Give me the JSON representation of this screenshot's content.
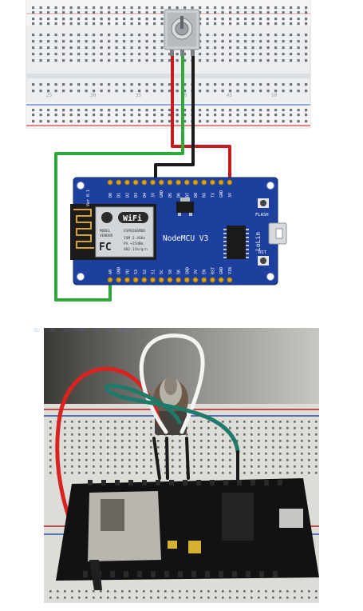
{
  "breadboard": {
    "column_numbers": [
      "25",
      "30",
      "35",
      "40",
      "45",
      "50"
    ]
  },
  "board": {
    "name": "NodeMCU V3",
    "brand": "LoLin",
    "version": "Ver 0.1",
    "flash_label": "FLASH",
    "rst_label": "RST",
    "top_pins": [
      "D0",
      "D1",
      "D2",
      "D3",
      "D4",
      "3V",
      "GND",
      "D5",
      "D6",
      "D7",
      "D8",
      "RX",
      "TX",
      "GND",
      "3V"
    ],
    "bottom_pins": [
      "A0",
      "GND",
      "VU",
      "S3",
      "S2",
      "S1",
      "SC",
      "S0",
      "SK",
      "GND",
      "3V",
      "EN",
      "RST",
      "GND",
      "VIN"
    ],
    "module": {
      "wifi_logo": "WiFi",
      "model_line": "MODEL",
      "vendor_line": "VENDOR",
      "chip": "ESP8266MOD",
      "ism": "ISM 2.4GHz",
      "pa": "PA +25dBm",
      "standard": "802.11b/g/n",
      "fc_mark": "FC"
    }
  },
  "wire_colors": {
    "signal": "#2eaa3a",
    "power": "#c8191c",
    "ground": "#1a1a1a"
  },
  "photo": {
    "description_hidden": ""
  }
}
